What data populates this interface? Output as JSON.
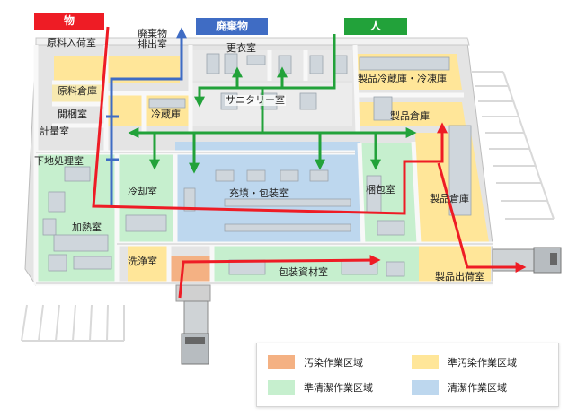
{
  "flows": {
    "goods": {
      "label": "物",
      "color": "#ee1c25"
    },
    "waste": {
      "label": "廃棄物",
      "color": "#3f6cc4"
    },
    "people": {
      "label": "人",
      "color": "#22a23a"
    }
  },
  "rooms": {
    "raw_receiving": "原料入荷室",
    "waste_out": "廃棄物\n排出室",
    "locker": "更衣室",
    "product_cold_freeze": "製品冷蔵庫・冷凍庫",
    "raw_storage": "原料倉庫",
    "sanitary": "サニタリー室",
    "unpacking": "開梱室",
    "cold_storage": "冷蔵庫",
    "product_warehouse_top": "製品倉庫",
    "weighing": "計量室",
    "pretreatment": "下地処理室",
    "cooling": "冷却室",
    "filling_packaging": "充填・包装室",
    "packing": "梱包室",
    "product_warehouse_right": "製品倉庫",
    "heating": "加熱室",
    "washing": "洗浄室",
    "packaging_materials": "包装資材室",
    "product_shipping": "製品出荷室"
  },
  "legend": {
    "contaminated": {
      "label": "汚染作業区域",
      "color": "#f4b183"
    },
    "semi_contaminated": {
      "label": "準汚染作業区域",
      "color": "#ffe699"
    },
    "semi_clean": {
      "label": "準清潔作業区域",
      "color": "#c6efce"
    },
    "clean": {
      "label": "清潔作業区域",
      "color": "#bdd7ee"
    }
  }
}
